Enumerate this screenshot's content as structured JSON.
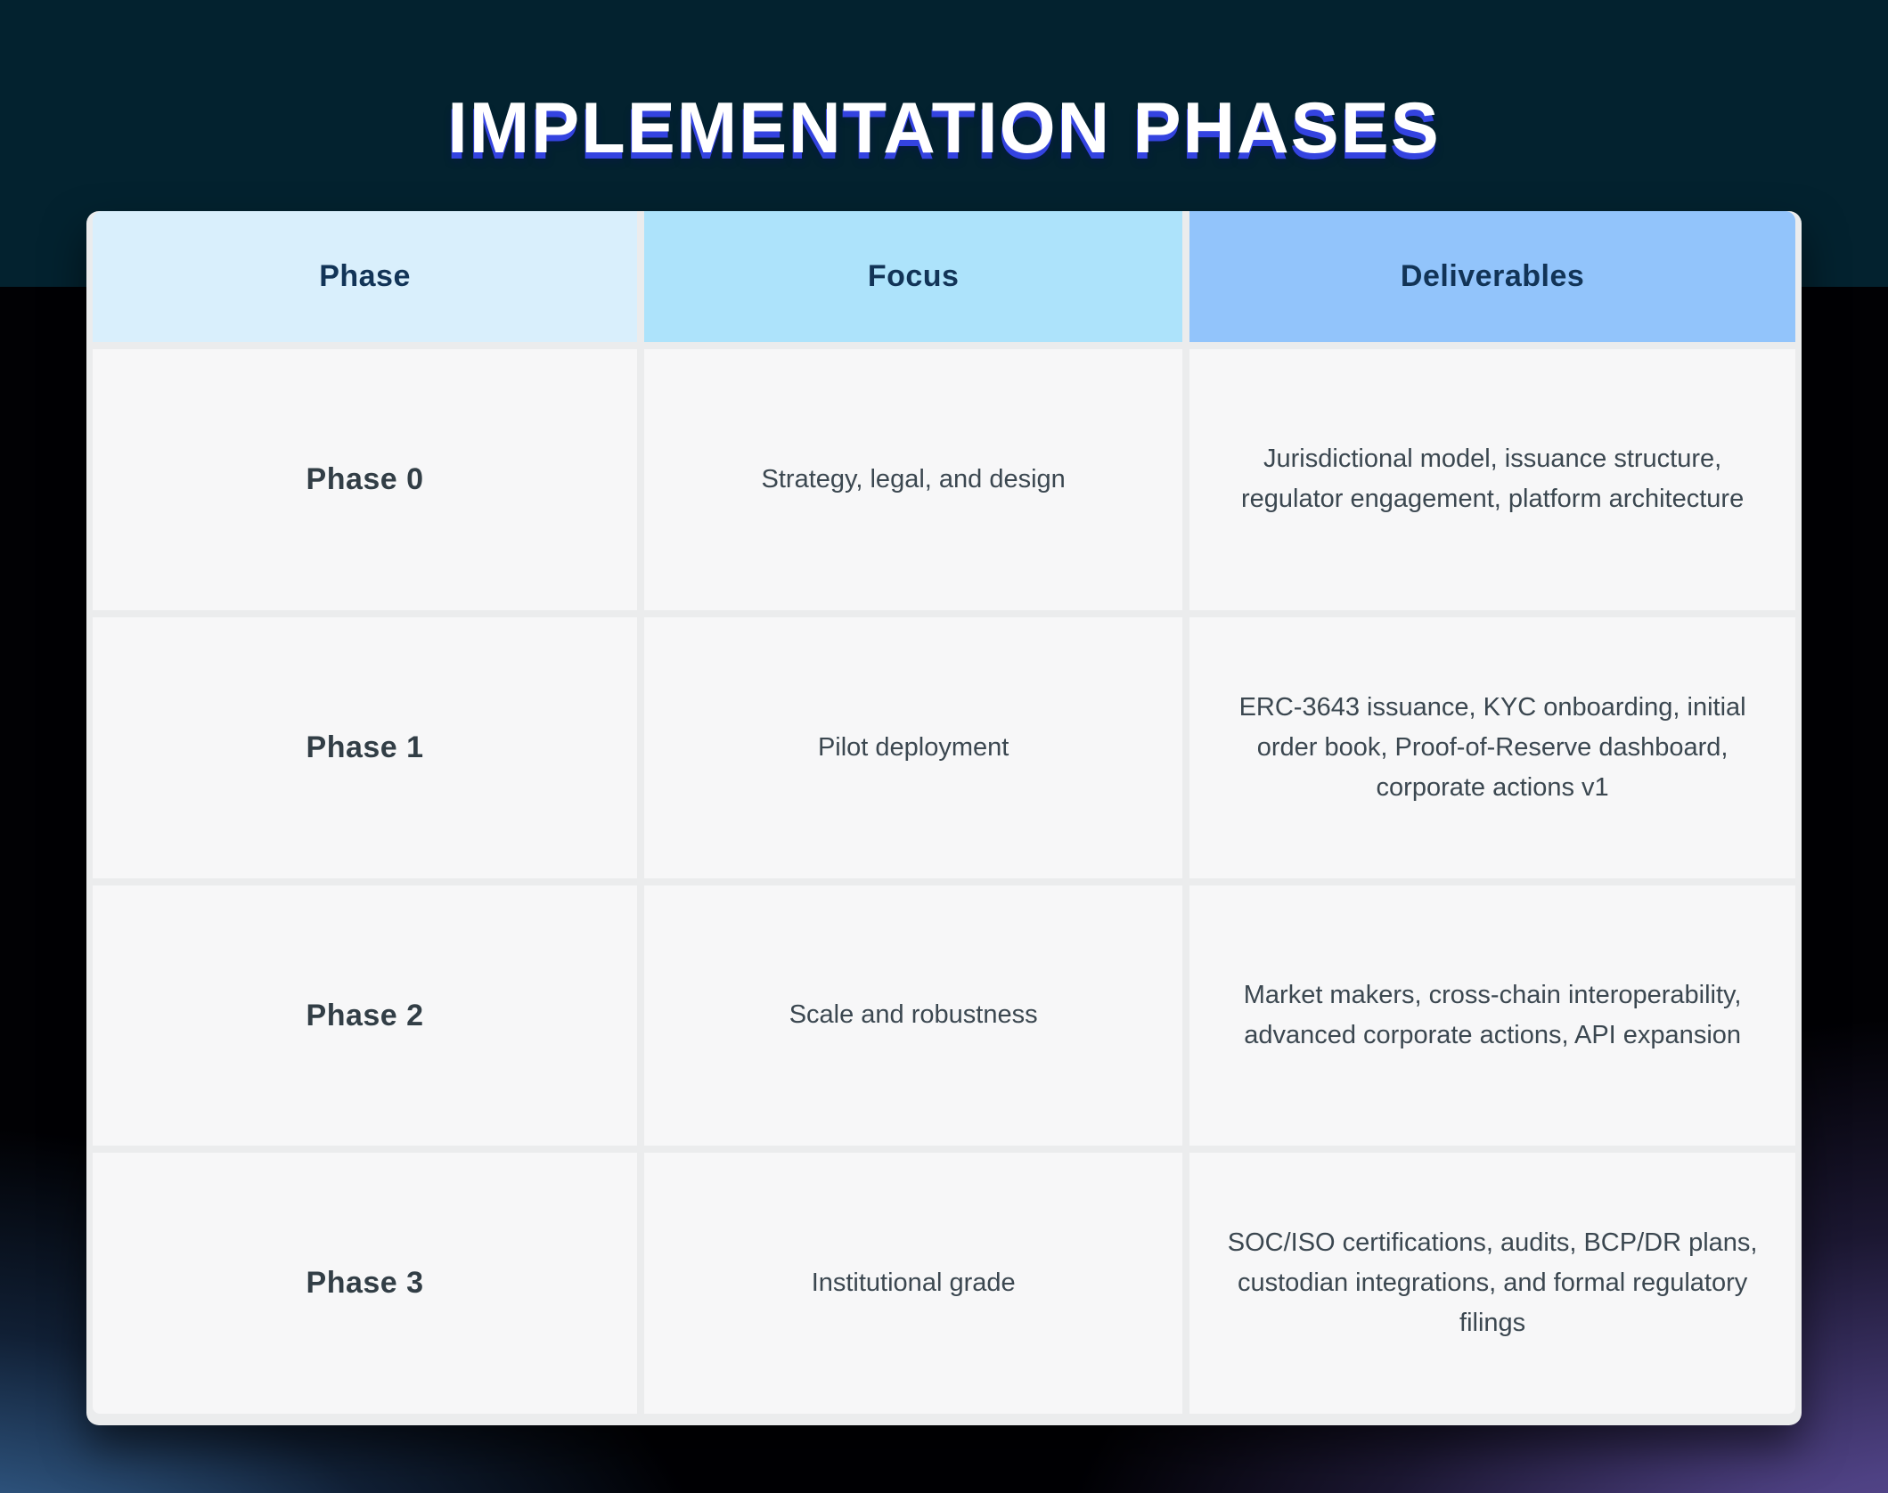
{
  "title": "IMPLEMENTATION PHASES",
  "colors": {
    "top_band": "#03222f",
    "background_base": "#010104",
    "glow_bottom_left_blue": "#35608f",
    "glow_bottom_right_purple": "#4e4183",
    "title_text": "#ffffff",
    "title_shadow_blue": "#3443e0",
    "header_phase_bg": "#d9effc",
    "header_focus_bg": "#ade3fb",
    "header_deliverables_bg": "#92c4fb",
    "header_text": "#123457",
    "cell_bg": "#f7f7f8",
    "cell_text": "#3b4750"
  },
  "table": {
    "columns": [
      "Phase",
      "Focus",
      "Deliverables"
    ],
    "rows": [
      {
        "phase": "Phase 0",
        "focus": "Strategy, legal, and design",
        "deliverables": "Jurisdictional model, issuance structure, regulator engagement, platform architecture"
      },
      {
        "phase": "Phase 1",
        "focus": "Pilot deployment",
        "deliverables": "ERC-3643 issuance, KYC onboarding, initial order book, Proof-of-Reserve dashboard, corporate actions v1"
      },
      {
        "phase": "Phase 2",
        "focus": "Scale and robustness",
        "deliverables": "Market makers, cross-chain interoperability, advanced corporate actions, API expansion"
      },
      {
        "phase": "Phase 3",
        "focus": "Institutional grade",
        "deliverables": "SOC/ISO certifications, audits, BCP/DR plans, custodian integrations, and formal regulatory filings"
      }
    ]
  }
}
